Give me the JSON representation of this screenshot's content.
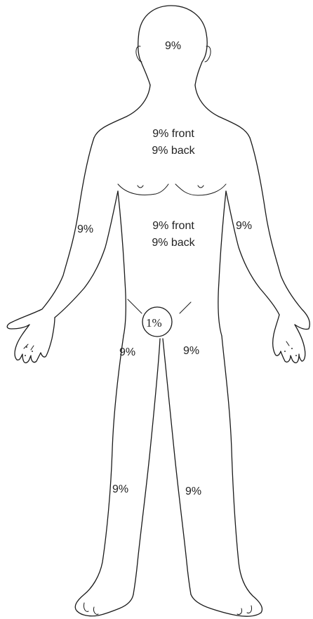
{
  "labels": {
    "head": "9%",
    "chest_front": "9% front",
    "chest_back": "9% back",
    "abdomen_front": "9% front",
    "abdomen_back": "9% back",
    "right_arm": "9%",
    "left_arm": "9%",
    "genital": "1%",
    "right_thigh": "9%",
    "left_thigh": "9%",
    "right_lower_leg": "9%",
    "left_lower_leg": "9%"
  }
}
